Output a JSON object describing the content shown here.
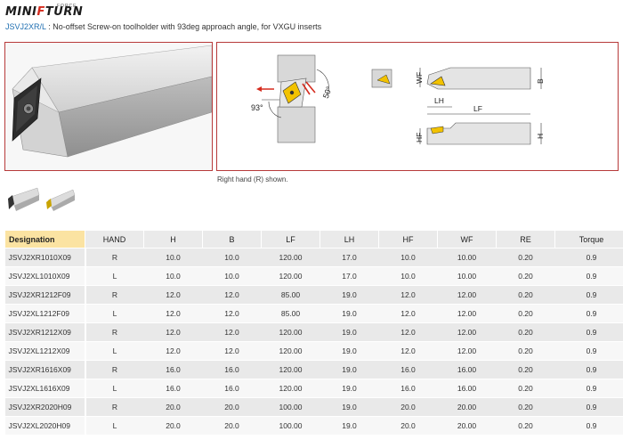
{
  "brand": {
    "prefix": "MINI",
    "accent_letter": "F",
    "suffix": "TURN",
    "force": "FORCE"
  },
  "subtitle": {
    "code": "JSVJ2XR/L",
    "text": " : No-offset Screw-on toolholder with 93deg approach angle, for VXGU inserts"
  },
  "diagram": {
    "angle_93": "93°",
    "angle_50": "50°",
    "lbl_wf": "WF",
    "lbl_b": "B",
    "lbl_lh": "LH",
    "lbl_lf": "LF",
    "lbl_hf": "HF",
    "lbl_h": "H"
  },
  "caption": "Right hand (R) shown.",
  "colors": {
    "accent": "#d52b1e",
    "header_first": "#fbe3a2",
    "row_odd": "#e9e9e9",
    "row_even": "#f7f7f7",
    "insert_yellow": "#f2c200"
  },
  "table": {
    "headers": [
      "Designation",
      "HAND",
      "H",
      "B",
      "LF",
      "LH",
      "HF",
      "WF",
      "RE",
      "Torque"
    ],
    "rows": [
      [
        "JSVJ2XR1010X09",
        "R",
        "10.0",
        "10.0",
        "120.00",
        "17.0",
        "10.0",
        "10.00",
        "0.20",
        "0.9"
      ],
      [
        "JSVJ2XL1010X09",
        "L",
        "10.0",
        "10.0",
        "120.00",
        "17.0",
        "10.0",
        "10.00",
        "0.20",
        "0.9"
      ],
      [
        "JSVJ2XR1212F09",
        "R",
        "12.0",
        "12.0",
        "85.00",
        "19.0",
        "12.0",
        "12.00",
        "0.20",
        "0.9"
      ],
      [
        "JSVJ2XL1212F09",
        "L",
        "12.0",
        "12.0",
        "85.00",
        "19.0",
        "12.0",
        "12.00",
        "0.20",
        "0.9"
      ],
      [
        "JSVJ2XR1212X09",
        "R",
        "12.0",
        "12.0",
        "120.00",
        "19.0",
        "12.0",
        "12.00",
        "0.20",
        "0.9"
      ],
      [
        "JSVJ2XL1212X09",
        "L",
        "12.0",
        "12.0",
        "120.00",
        "19.0",
        "12.0",
        "12.00",
        "0.20",
        "0.9"
      ],
      [
        "JSVJ2XR1616X09",
        "R",
        "16.0",
        "16.0",
        "120.00",
        "19.0",
        "16.0",
        "16.00",
        "0.20",
        "0.9"
      ],
      [
        "JSVJ2XL1616X09",
        "L",
        "16.0",
        "16.0",
        "120.00",
        "19.0",
        "16.0",
        "16.00",
        "0.20",
        "0.9"
      ],
      [
        "JSVJ2XR2020H09",
        "R",
        "20.0",
        "20.0",
        "100.00",
        "19.0",
        "20.0",
        "20.00",
        "0.20",
        "0.9"
      ],
      [
        "JSVJ2XL2020H09",
        "L",
        "20.0",
        "20.0",
        "100.00",
        "19.0",
        "20.0",
        "20.00",
        "0.20",
        "0.9"
      ]
    ]
  }
}
